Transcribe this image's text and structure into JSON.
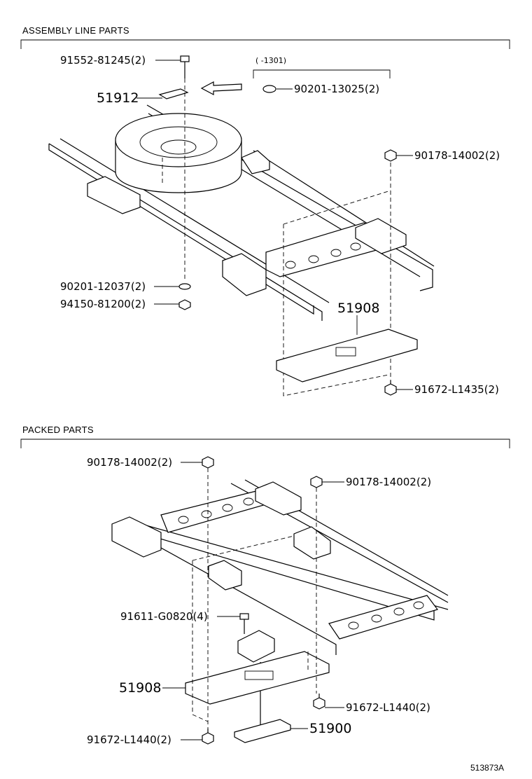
{
  "sections": {
    "assembly": "ASSEMBLY LINE PARTS",
    "packed": "PACKED PARTS"
  },
  "assembly_labels": {
    "bolt_top": "91552-81245(2)",
    "part_51912": "51912",
    "date_range": "(    -1301)",
    "washer_13025": "90201-13025(2)",
    "nut_14002": "90178-14002(2)",
    "washer_12037": "90201-12037(2)",
    "nut_81200": "94150-81200(2)",
    "part_51908": "51908",
    "bolt_l1435": "91672-L1435(2)"
  },
  "packed_labels": {
    "nut_left": "90178-14002(2)",
    "nut_right": "90178-14002(2)",
    "bolt_g0820": "91611-G0820(4)",
    "part_51908": "51908",
    "bolt_l1440_right": "91672-L1440(2)",
    "bolt_l1440_left": "91672-L1440(2)",
    "part_51900": "51900"
  },
  "figure_ref": "513873A"
}
